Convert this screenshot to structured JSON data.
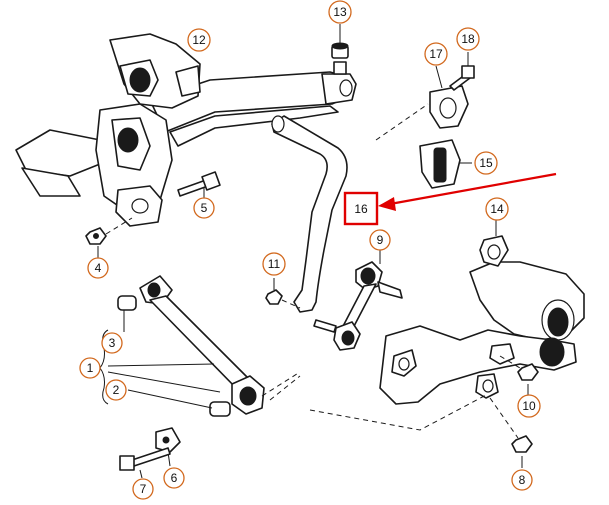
{
  "callouts": {
    "c1": "1",
    "c2": "2",
    "c3": "3",
    "c4": "4",
    "c5": "5",
    "c6": "6",
    "c7": "7",
    "c8": "8",
    "c9": "9",
    "c10": "10",
    "c11": "11",
    "c12": "12",
    "c13": "13",
    "c14": "14",
    "c15": "15",
    "c16": "16",
    "c17": "17",
    "c18": "18"
  },
  "colors": {
    "callout_ring": "#d2691e",
    "highlight": "#e00000",
    "line": "#1a1a1a"
  }
}
